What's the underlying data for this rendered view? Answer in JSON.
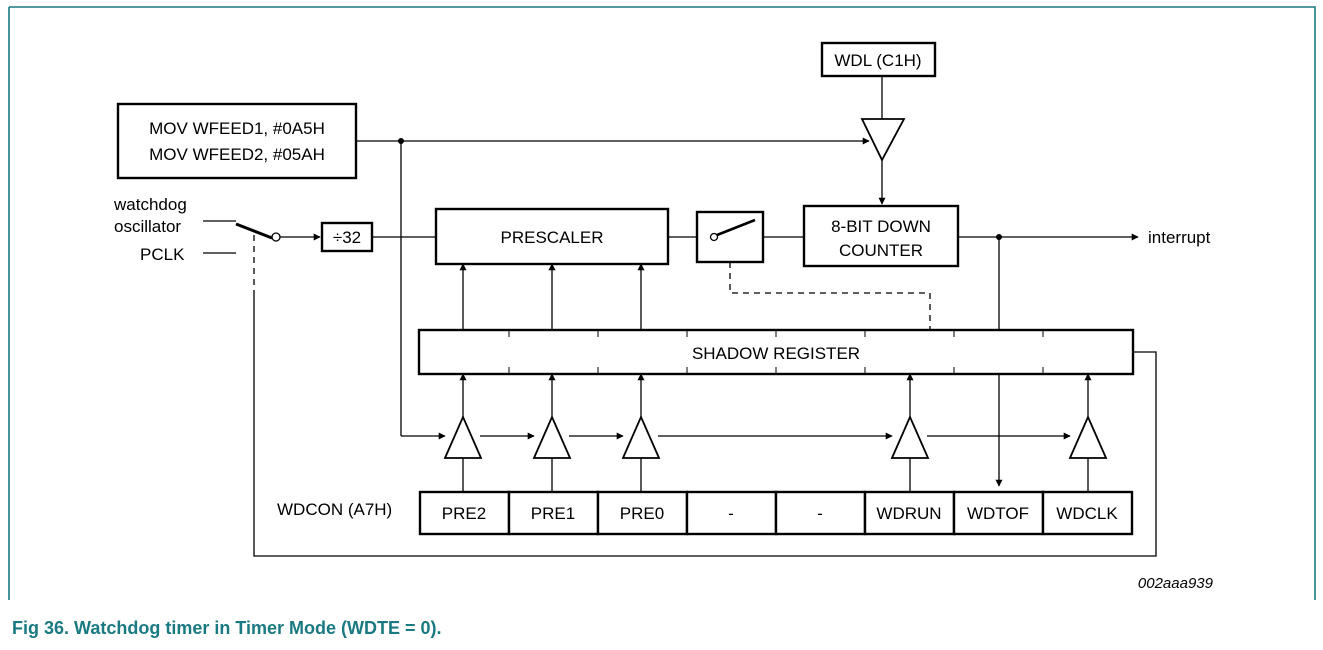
{
  "diagram": {
    "wfeed_line1": "MOV WFEED1, #0A5H",
    "wfeed_line2": "MOV WFEED2, #05AH",
    "wdl_label": "WDL (C1H)",
    "input_label_1": "watchdog",
    "input_label_2": "oscillator",
    "input_label_3": "PCLK",
    "divider_label": "÷32",
    "prescaler_label": "PRESCALER",
    "counter_label_1": "8-BIT DOWN",
    "counter_label_2": "COUNTER",
    "interrupt_label": "interrupt",
    "shadow_label": "SHADOW REGISTER",
    "wdcon_label": "WDCON (A7H)",
    "wdcon_bits": [
      "PRE2",
      "PRE1",
      "PRE0",
      "-",
      "-",
      "WDRUN",
      "WDTOF",
      "WDCLK"
    ],
    "figure_id": "002aaa939"
  },
  "caption": "Fig 36. Watchdog timer in Timer Mode (WDTE = 0).",
  "colors": {
    "border": "#1a7a82",
    "caption": "#1a7a82"
  }
}
